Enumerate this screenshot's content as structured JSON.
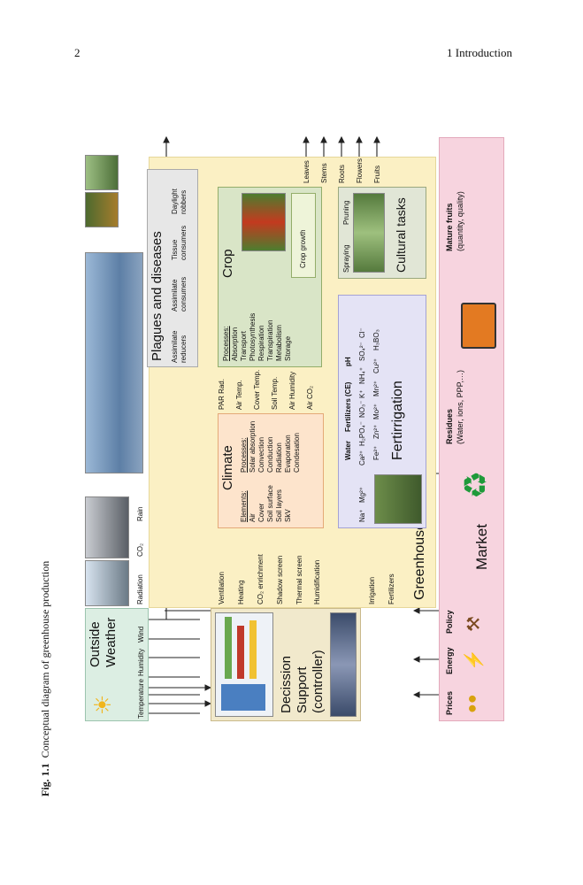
{
  "page": {
    "number": "2",
    "running_head": "1   Introduction"
  },
  "caption": {
    "label": "Fig. 1.1",
    "text": "Conceptual diagram of greenhouse production"
  },
  "outside_weather": {
    "title_line1": "Outside",
    "title_line2": "Weather",
    "vars": [
      "Temperature",
      "Humidity",
      "Wind",
      "Radiation",
      "CO₂",
      "Rain"
    ]
  },
  "decision_support": {
    "line1": "Decission",
    "line2": "Support",
    "line3": "(controller)"
  },
  "greenhouse": {
    "label": "Greenhouse"
  },
  "market": {
    "label": "Market",
    "inputs": [
      "Prices",
      "Energy",
      "Policy"
    ],
    "residues_title": "Residues",
    "residues_sub": "(Water, ions, PPP,…)",
    "mature_title": "Mature fruits",
    "mature_sub": "(quantity, quality)"
  },
  "actuators": [
    "Ventilation",
    "Heating",
    "CO₂ enrichment",
    "Shadow screen",
    "Thermal screen",
    "Humidification"
  ],
  "fert_actuators": [
    "Irrigation",
    "Fertilizers"
  ],
  "climate": {
    "title": "Climate",
    "elements_title": "Elements:",
    "elements": [
      "Air",
      "Cover",
      "Soil surface",
      "Soil layers",
      "SkV"
    ],
    "processes_title": "Processes:",
    "processes": [
      "Solar absorption",
      "Convection",
      "Conduction",
      "Radiation",
      "Evaporation",
      "Condesation"
    ]
  },
  "climate_vars": [
    "PAR Rad.",
    "Air Temp.",
    "Cover Temp.",
    "Soil Temp.",
    "Air Humidity",
    "Air CO₂"
  ],
  "plagues": {
    "title": "Plagues and diseases",
    "items": [
      [
        "Assimilate",
        "reducers"
      ],
      [
        "Assimilate",
        "consumers"
      ],
      [
        "Tissue",
        "consumers"
      ],
      [
        "Daylight",
        "robbers"
      ]
    ]
  },
  "crop": {
    "title": "Crop",
    "processes_title": "Processes:",
    "processes": [
      "Absorption",
      "Transport",
      "Photosynthesis",
      "Respiration",
      "Transpiration",
      "Metabolism",
      "Storage"
    ],
    "growth": "Crop growth",
    "outputs": [
      "Leaves",
      "Stems",
      "Roots",
      "Flowers",
      "Fruits"
    ]
  },
  "fertirrigation": {
    "title": "Fertirrigation",
    "header": [
      "Water",
      "Fertilizers (CE)",
      "pH"
    ],
    "ions_row1": [
      "Na⁺",
      "Mg²⁺",
      "Ca²⁺",
      "H₂PO₄⁻",
      "NO₃⁻",
      "K⁺",
      "NH₄⁺",
      "SO₄²⁻",
      "Cl⁻"
    ],
    "ions_row2": [
      "Fe²⁺",
      "Zn²⁺",
      "Mo²⁺",
      "Mn²⁺",
      "Cu²⁺",
      "H₃BO₃"
    ]
  },
  "cultural": {
    "title": "Cultural tasks",
    "tasks": [
      "Spraying",
      "Pruning"
    ]
  },
  "colors": {
    "greenhouse_bg": "#fbf0c4",
    "market_bg": "#f7d4df",
    "weather_bg": "#dceee3",
    "climate_bg": "#fde4cc",
    "crop_bg": "#d9e5c7",
    "fert_bg": "#e4e3f5",
    "plague_bg": "#e7e7e7",
    "cultural_bg": "#e1e6d6",
    "decision_bg": "#fbf0c4"
  }
}
